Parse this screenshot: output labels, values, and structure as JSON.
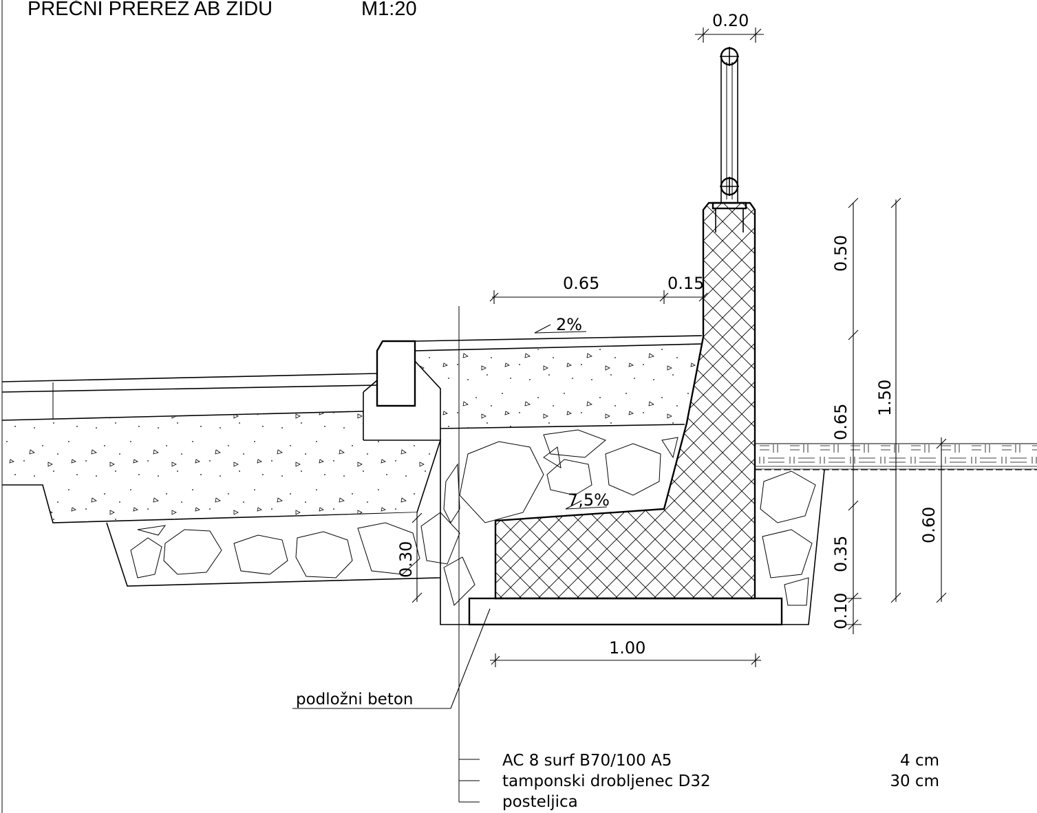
{
  "title": {
    "name": "PREČNI PREREZ AB ZIDU",
    "scale": "M1:20"
  },
  "dimensions": {
    "railing_width": "0.20",
    "slab_width": "0.65",
    "curb_offset": "0.15",
    "slope_top": "2%",
    "slope_foundation": "7,5%",
    "wall_top": "0.50",
    "wall_mid": "0.65",
    "wall_total": "1.50",
    "footing_height": "0.35",
    "lean_concrete": "0.10",
    "embedment": "0.60",
    "subbase_depth": "0.30",
    "footing_width": "1.00"
  },
  "callout": {
    "lean_concrete_label": "podložni beton"
  },
  "legend": [
    {
      "label": "AC 8 surf B70/100 A5",
      "thickness": "4 cm"
    },
    {
      "label": "tamponski drobljenec D32",
      "thickness": "30 cm"
    },
    {
      "label": "posteljica",
      "thickness": ""
    }
  ]
}
